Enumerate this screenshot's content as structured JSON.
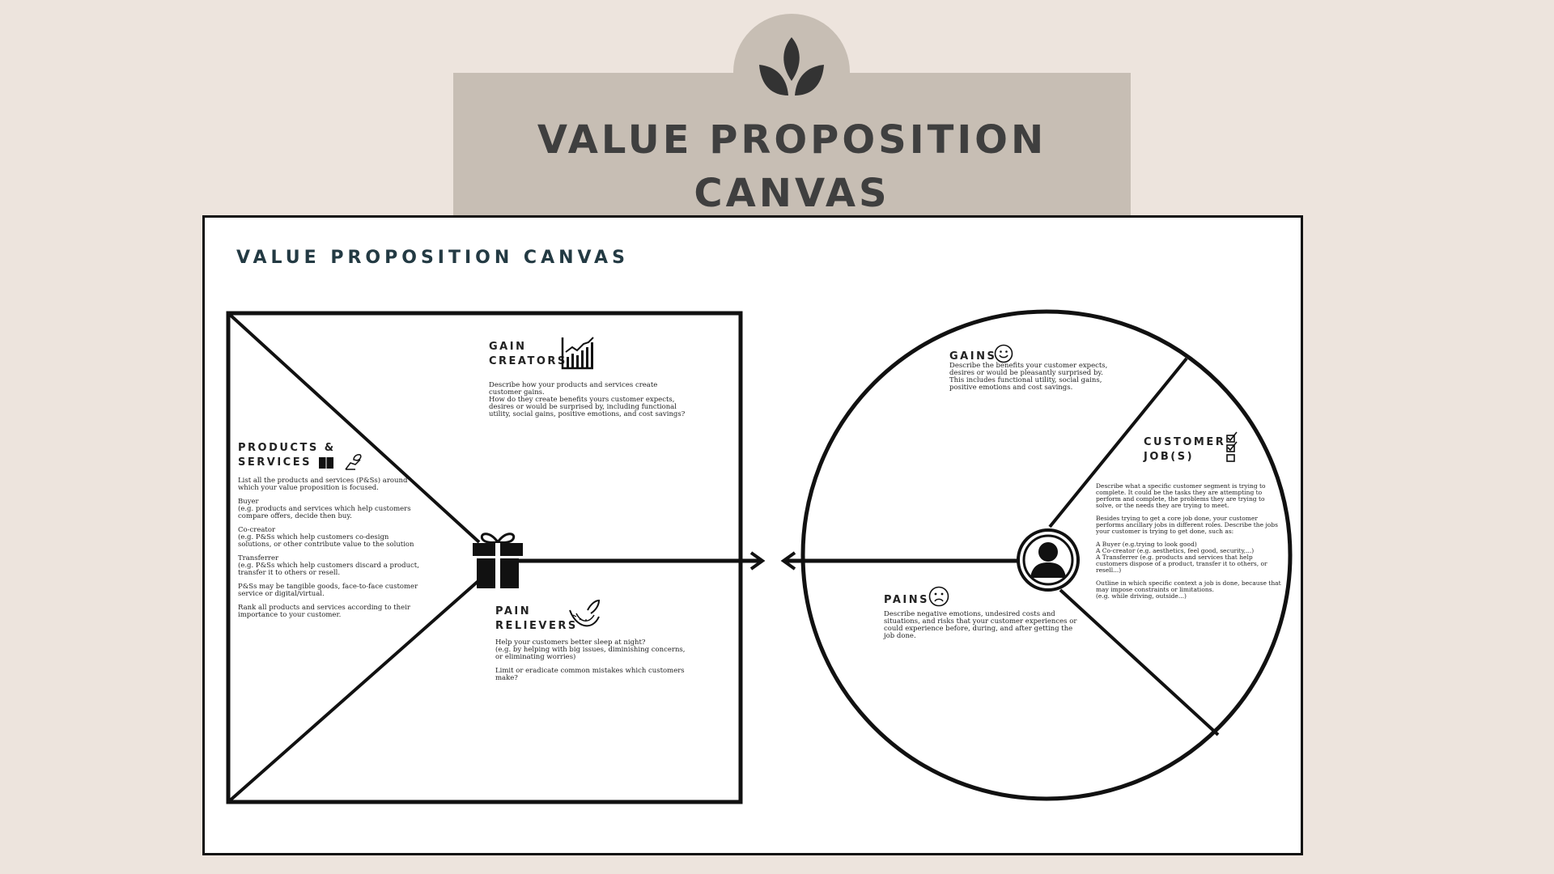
{
  "header": {
    "title_line1": "VALUE PROPOSITION",
    "title_line2": "CANVAS",
    "logo_icon": "leaf-sprout-icon",
    "band_color": "#c7beb4",
    "background_color": "#ede4dd"
  },
  "board": {
    "title": "VALUE PROPOSITION CANVAS",
    "title_color": "#233a43"
  },
  "value_map": {
    "gain_creators": {
      "heading_line1": "GAIN",
      "heading_line2": "CREATORS",
      "icon": "growth-chart-icon",
      "body": [
        "Describe how your products and services create customer gains.",
        "How do they create benefits yours customer expects, desires or would be surprised by, including functional utility, social gains, positive emotions, and cost savings?"
      ]
    },
    "products_services": {
      "heading_line1": "PRODUCTS &",
      "heading_line2": "SERVICES",
      "icons": [
        "book-icon",
        "service-hand-icon"
      ],
      "paragraphs": [
        [
          "List all the products and services (P&Ss) around which your value proposition is focused."
        ],
        [
          "Buyer",
          " (e.g. products and services which help customers compare offers, decide then buy."
        ],
        [
          "Co-creator",
          "(e.g. P&Ss which help customers co-design solutions, or other contribute value to the solution"
        ],
        [
          "Transferrer",
          "(e.g. P&Ss which help customers discard a product, transfer it to others or resell."
        ],
        [
          "P&Ss may be tangible goods, face-to-face customer service or digital/virtual."
        ],
        [
          "Rank all products and services according to their importance to your customer."
        ]
      ]
    },
    "pain_relievers": {
      "heading_line1": "PAIN",
      "heading_line2": "RELIEVERS",
      "icon": "aloe-leaf-icon",
      "paragraphs": [
        [
          "Help your customers better sleep at night?",
          "(e.g. by helping with big issues, diminishing concerns, or eliminating worries)"
        ],
        [
          "Limit or eradicate common mistakes which customers make?"
        ]
      ]
    },
    "center_icon": "gift-icon"
  },
  "customer_profile": {
    "gains": {
      "heading": "GAINS",
      "icon": "smiley-face-icon",
      "body": [
        "Describe the benefits your customer expects, desires or would be pleasantly surprised by.",
        "This includes functional utility, social gains, positive emotions and cost savings."
      ]
    },
    "customer_jobs": {
      "heading_line1": "CUSTOMER",
      "heading_line2": "JOB(S)",
      "icon": "checklist-icon",
      "paragraphs": [
        [
          "Describe what a specific customer segment is trying to complete. It could be the tasks they are attempting to perform and complete, the problems they are trying to solve, or the needs they are trying to meet."
        ],
        [
          "Besides trying to get a core job done, your customer performs ancillary jobs in different roles. Describe the jobs your customer is trying to get done, such as:"
        ],
        [
          "A Buyer (e.g.trying to look good)",
          "A Co-creator (e.g. aesthetics, feel good, security,...)",
          "A Transferrer (e.g. products and services that help customers dispose of a product, transfer it to others, or resell...)"
        ],
        [
          "Outline in which specific context a job is done, because that may impose constraints or limitations.",
          "(e.g. while driving, outside...)"
        ]
      ]
    },
    "pains": {
      "heading": "PAINS",
      "icon": "sad-face-icon",
      "body": [
        "Describe negative emotions, undesired costs and situations, and risks that your customer experiences or could experience before, during, and after getting the job done."
      ]
    },
    "center_icon": "user-avatar-icon"
  },
  "connector": {
    "icon": "double-arrow-icon"
  }
}
